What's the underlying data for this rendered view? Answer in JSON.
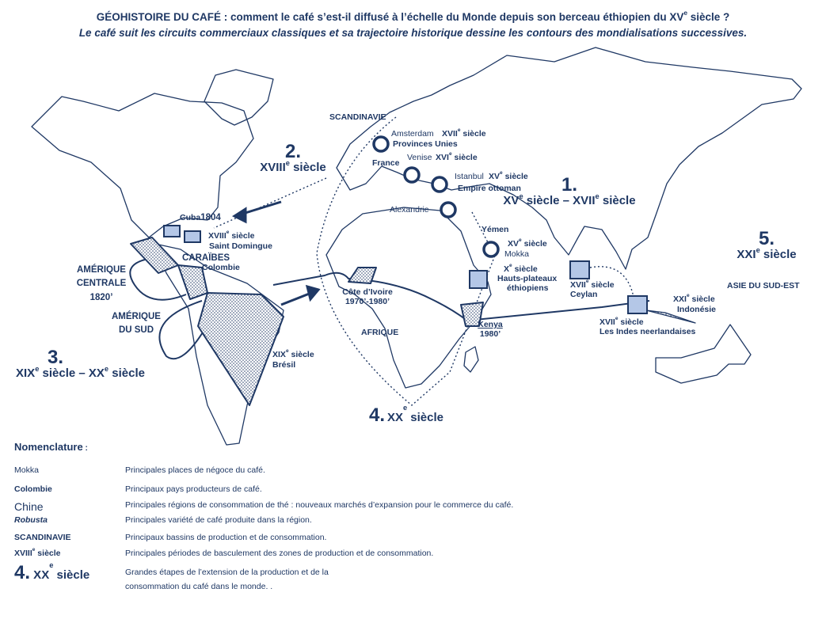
{
  "header": {
    "title_pre": "GÉOHISTOIRE DU CAFÉ : comment le café s’est-il diffusé à l’échelle du Monde depuis son berceau éthiopien du XV",
    "title_sup": "e",
    "title_post": " siècle ?",
    "subtitle": "Le café suit les circuits commerciaux classiques et sa trajectoire historique dessine les contours des mondialisations successives."
  },
  "places": {
    "scandinavie": "SCANDINAVIE",
    "amsterdam": "Amsterdam",
    "provinces_unies": "Provinces Unies",
    "france": "France",
    "venise": "Venise",
    "istanbul": "Istanbul",
    "empire_ottoman": "Empire ottoman",
    "alexandrie": "Alexandrie",
    "yemen": "Yémen",
    "mokka": "Mokka",
    "hauts_plateaux": "Hauts-plateaux",
    "ethiopiens": "éthiopiens",
    "ceylan": "Ceylan",
    "indonesie": "Indonésie",
    "indes_neerlandaises": "Les Indes neerlandaises",
    "asie_sud_est": "ASIE DU SUD-EST",
    "cuba": "Cuba",
    "cuba_year": "1804",
    "saint_domingue": "Saint Domingue",
    "caraibes": "CARAÏBES",
    "colombie": "Colombie",
    "amerique_centrale_1": "AMÉRIQUE",
    "amerique_centrale_2": "CENTRALE",
    "amerique_centrale_year": "1820’",
    "amerique_sud_1": "AMÉRIQUE",
    "amerique_sud_2": "DU SUD",
    "bresil": "Brésil",
    "cote_ivoire": "Côte d’Ivoire",
    "cote_ivoire_years": "1970’-1980’",
    "afrique": "AFRIQUE",
    "kenya": "Kenya",
    "kenya_year": "1980’"
  },
  "periods": {
    "xvii_amsterdam": "XVII",
    "xvi_venise": "XVI",
    "xv_istanbul": "XV",
    "xv_mokka": "XV",
    "x_ethiopie": "X",
    "xviii_caraibes": "XVIII",
    "xix_bresil": "XIX",
    "xvii_ceylan": "XVII",
    "xvii_indes": "XVII",
    "xxi_indonesie": "XXI",
    "sup": "e",
    "siecle": "siècle",
    "siecle_abbr": " siècle"
  },
  "stages": {
    "s1_num": "1.",
    "s1_a": "XV",
    "s1_b": " siècle – XVII",
    "s1_c": " siècle",
    "s2_num": "2.",
    "s2_a": "XVIII",
    "s2_b": " siècle",
    "s3_num": "3.",
    "s3_a": "XIX",
    "s3_b": " siècle – XX",
    "s3_c": " siècle",
    "s4_num": "4.",
    "s4_a": "XX",
    "s4_b": " siècle",
    "s5_num": "5.",
    "s5_a": "XXI",
    "s5_b": " siècle",
    "sup": "e"
  },
  "legend": {
    "title": "Nomenclature",
    "title_suffix": " :",
    "rows": [
      {
        "key": "Mokka",
        "desc": "Principales places de négoce du café."
      },
      {
        "key": "Colombie",
        "desc": "Principaux pays producteurs de café."
      },
      {
        "key": "Chine",
        "desc": "Principales régions de consommation de thé : nouveaux marchés d’expansion pour le commerce du café."
      },
      {
        "key": "Robusta",
        "desc": "Principales variété de café produite dans la région."
      },
      {
        "key": "SCANDINAVIE",
        "desc": "Principaux bassins de production et de consommation."
      },
      {
        "key_a": "XVIII",
        "key_sup": "e",
        "key_b": " siècle",
        "desc": "Principales périodes de basculement des zones de production et de consommation."
      },
      {
        "key_num": "4.",
        "key_a": " XX",
        "key_sup": "e",
        "key_b": " siècle",
        "desc_1": "Grandes étapes de l’extension de la production et de la",
        "desc_2": "consommation du café dans le monde. ."
      }
    ]
  },
  "colors": {
    "ink": "#1f3864",
    "box_fill": "#b4c7e7"
  }
}
